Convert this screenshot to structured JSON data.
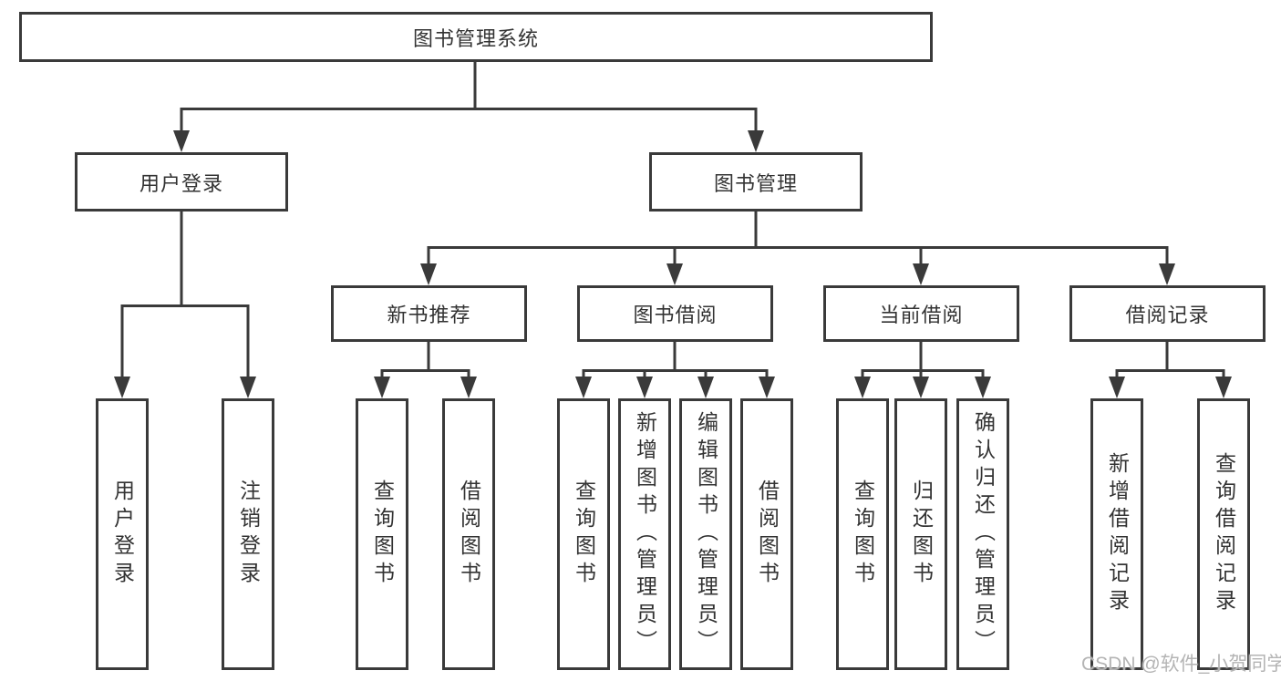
{
  "colors": {
    "line": "#3a3a3a",
    "text": "#333333",
    "watermark": "#b4b4b4",
    "background": "#ffffff"
  },
  "tree": {
    "root": {
      "label": "图书管理系统"
    },
    "user_login_branch": {
      "label": "用户登录",
      "children": [
        "用户登录",
        "注销登录"
      ]
    },
    "book_mgmt_branch": {
      "label": "图书管理",
      "groups": [
        {
          "label": "新书推荐",
          "children": [
            "查询图书",
            "借阅图书"
          ]
        },
        {
          "label": "图书借阅",
          "children": [
            "查询图书",
            "新增图书（管理员）",
            "编辑图书（管理员）",
            "借阅图书"
          ]
        },
        {
          "label": "当前借阅",
          "children": [
            "查询图书",
            "归还图书",
            "确认归还（管理员）"
          ]
        },
        {
          "label": "借阅记录",
          "children": [
            "新增借阅记录",
            "查询借阅记录"
          ]
        }
      ]
    }
  },
  "watermark": {
    "text": "CSDN @软件_小贺同学"
  }
}
